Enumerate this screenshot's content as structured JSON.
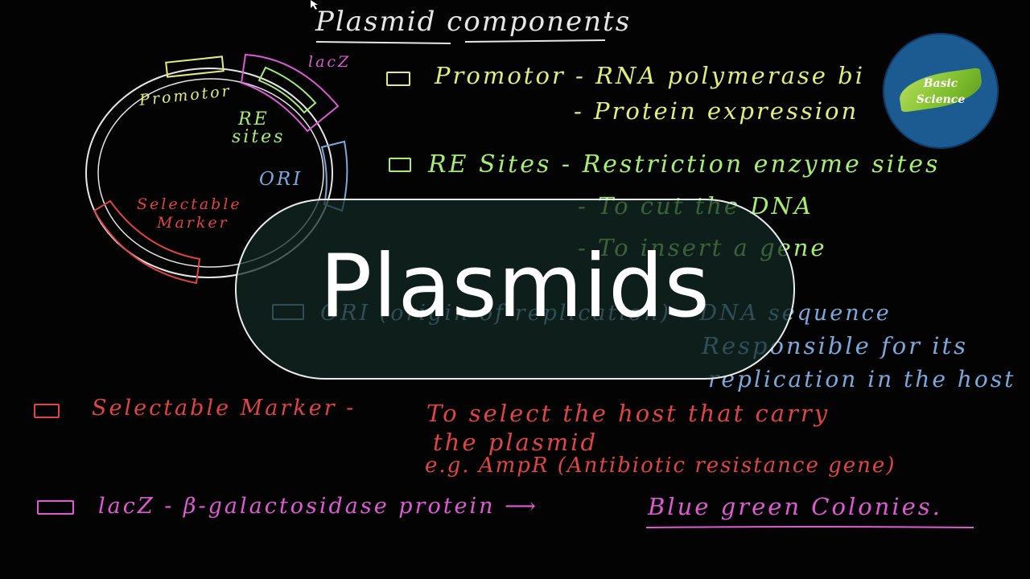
{
  "overlay": {
    "title": "Plasmids"
  },
  "logo": {
    "line1": "Basic",
    "line2": "Science"
  },
  "board": {
    "heading": "Plasmid components",
    "diagram_labels": {
      "promotor": "Promotor",
      "lacz": "lacZ",
      "re_sites_1": "RE",
      "re_sites_2": "sites",
      "ori": "ORI",
      "selectable_1": "Selectable",
      "selectable_2": "Marker"
    },
    "notes": {
      "promotor_line1": "Promotor -   RNA polymerase bi",
      "promotor_line2": "- Protein expression",
      "re_line1": "RE Sites - Restriction enzyme sites",
      "re_line2": "-  To cut   the DNA",
      "re_line3": "-  To insert a gene",
      "ori_line1": "ORI (origin of replication) - DNA sequence",
      "ori_line2": "Responsible for its",
      "ori_line3": "replication in the host",
      "sm_line1": "Selectable Marker -",
      "sm_line1b": "To select the host  that carry",
      "sm_line2": "the plasmid",
      "sm_line3": "e.g. AmpR (Antibiotic resistance gene)",
      "lacz_line1": "lacZ - β-galactosidase protein  ⟶",
      "lacz_line1b": "Blue green Colonies."
    }
  },
  "colors": {
    "background": "#030303",
    "yellow": "#e4ec7a",
    "green": "#a6ee72",
    "magenta": "#e05ad6",
    "blue": "#7aa9de",
    "red": "#e04444",
    "white_ink": "#e6e6e6",
    "logo_blue": "#1b5b92",
    "overlay_fill": "#142a24"
  },
  "icons": {
    "checkbox": "checkbox-square-icon",
    "arrow": "right-arrow-icon"
  }
}
